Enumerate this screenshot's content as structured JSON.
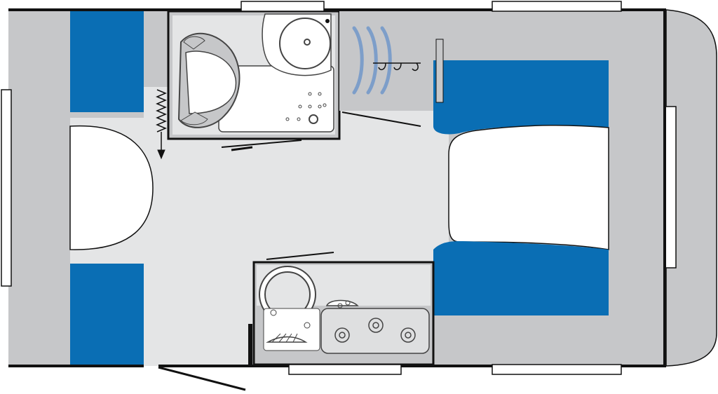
{
  "image_title": "",
  "colors": {
    "background": "#ffffff",
    "floor": "#e4e5e6",
    "furniture": "#c6c7c9",
    "upholstery": "#0a6eb4",
    "mattress": "#ffffff",
    "outline": "#111111",
    "window": "#ffffff",
    "heater_waves": "#7d9ec9",
    "bathroom_fixture": "#ffffff",
    "fixture_outline": "#444444"
  },
  "rooms": [
    {
      "name": "rear-bed-area",
      "kind": "bedroom"
    },
    {
      "name": "bathroom",
      "kind": "washroom"
    },
    {
      "name": "wardrobe",
      "kind": "storage"
    },
    {
      "name": "front-dinette",
      "kind": "seating"
    },
    {
      "name": "kitchen",
      "kind": "galley"
    }
  ],
  "icons": [
    "toilet-icon",
    "washbasin-icon",
    "shower-tray-icon",
    "heater-icon",
    "coat-hook-icon",
    "sink-icon",
    "tap-icon",
    "stove-icon",
    "entry-door-icon",
    "drawbar-icon"
  ]
}
